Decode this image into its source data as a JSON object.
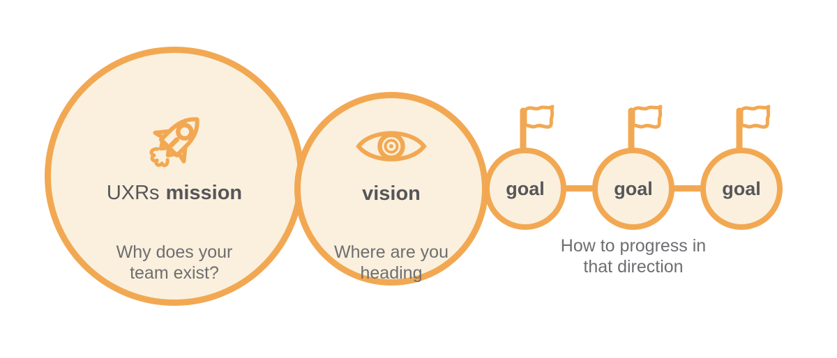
{
  "diagram": {
    "background_color": "#FFFFFF",
    "accent_color": "#F2A852",
    "circle_fill_color": "#FAF0DD",
    "heading_text_color": "#55565A",
    "body_text_color": "#6D6E71"
  },
  "mission": {
    "title_regular": "UXRs",
    "title_bold": "mission",
    "subtitle": "Why does your\nteam exist?",
    "icon": "rocket-icon"
  },
  "vision": {
    "title": "vision",
    "subtitle": "Where are you\nheading",
    "icon": "eye-icon"
  },
  "goals": {
    "icon": "flag-icon",
    "items": [
      {
        "label": "goal"
      },
      {
        "label": "goal"
      },
      {
        "label": "goal"
      }
    ],
    "caption": "How to progress in\nthat direction"
  }
}
